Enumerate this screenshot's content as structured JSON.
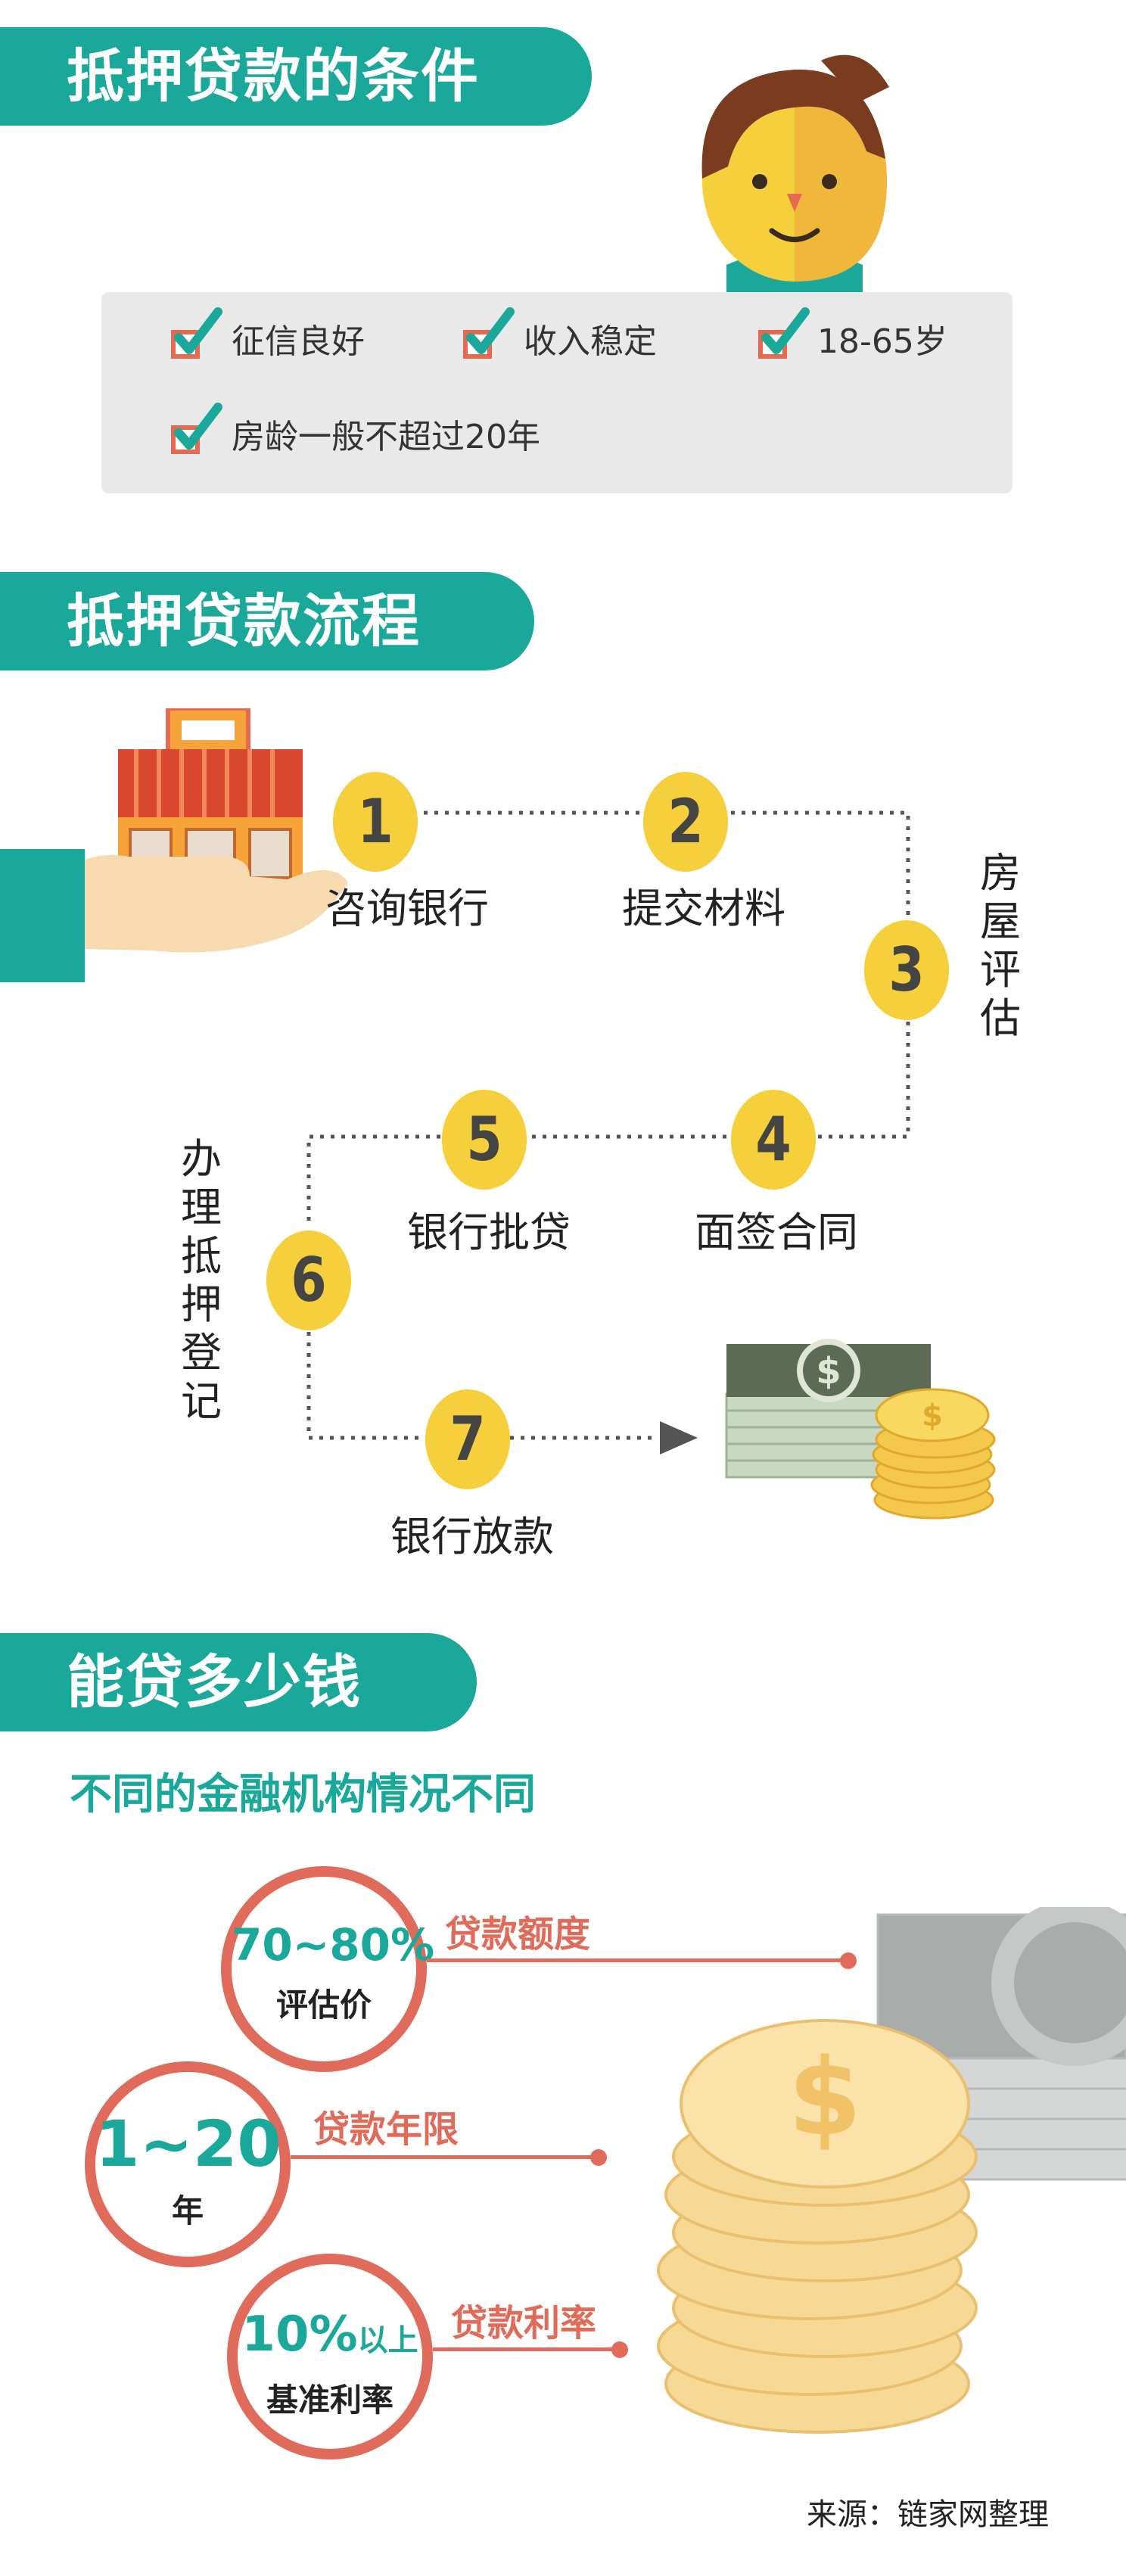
{
  "section1": {
    "title": "抵押贷款的条件",
    "conditions": [
      "征信良好",
      "收入稳定",
      "18-65岁",
      "房龄一般不超过20年"
    ]
  },
  "section2": {
    "title": "抵押贷款流程",
    "steps": [
      {
        "num": "1",
        "label": "咨询银行"
      },
      {
        "num": "2",
        "label": "提交材料"
      },
      {
        "num": "3",
        "label": "房屋评估"
      },
      {
        "num": "4",
        "label": "面签合同"
      },
      {
        "num": "5",
        "label": "银行批贷"
      },
      {
        "num": "6",
        "label": "办理抵押登记"
      },
      {
        "num": "7",
        "label": "银行放款"
      }
    ]
  },
  "section3": {
    "title": "能贷多少钱",
    "subtitle": "不同的金融机构情况不同",
    "items": [
      {
        "value": "70~80%",
        "sub": "评估价",
        "label": "贷款额度"
      },
      {
        "value": "1~20",
        "sub": "年",
        "label": "贷款年限"
      },
      {
        "value": "10%",
        "value_suffix": "以上",
        "sub": "基准利率",
        "label": "贷款利率"
      }
    ]
  },
  "source": "来源：链家网整理",
  "colors": {
    "teal": "#1aa89a",
    "coral": "#e06b5a",
    "yellow": "#f6cf3c",
    "panel": "#e9e9e9"
  },
  "icons": [
    "boy-avatar-icon",
    "check-icon",
    "house-in-hand-icon",
    "money-stack-icon",
    "coin-stack-icon"
  ]
}
